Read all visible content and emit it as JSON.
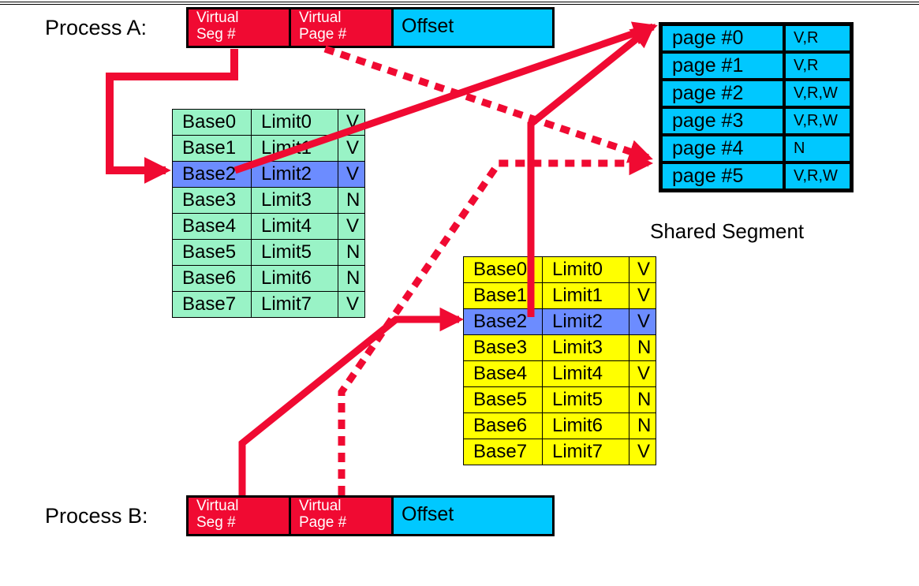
{
  "process_a": {
    "label": "Process A:",
    "virtual_seg": [
      "Virtual",
      "Seg #"
    ],
    "virtual_page": [
      "Virtual",
      "Page #"
    ],
    "offset": "Offset"
  },
  "process_b": {
    "label": "Process B:",
    "virtual_seg": [
      "Virtual",
      "Seg #"
    ],
    "virtual_page": [
      "Virtual",
      "Page #"
    ],
    "offset": "Offset"
  },
  "segment_table_a": {
    "rows": [
      [
        "Base0",
        "Limit0",
        "V"
      ],
      [
        "Base1",
        "Limit1",
        "V"
      ],
      [
        "Base2",
        "Limit2",
        "V"
      ],
      [
        "Base3",
        "Limit3",
        "N"
      ],
      [
        "Base4",
        "Limit4",
        "V"
      ],
      [
        "Base5",
        "Limit5",
        "N"
      ],
      [
        "Base6",
        "Limit6",
        "N"
      ],
      [
        "Base7",
        "Limit7",
        "V"
      ]
    ],
    "highlighted_row": 2
  },
  "segment_table_b": {
    "rows": [
      [
        "Base0",
        "Limit0",
        "V"
      ],
      [
        "Base1",
        "Limit1",
        "V"
      ],
      [
        "Base2",
        "Limit2",
        "V"
      ],
      [
        "Base3",
        "Limit3",
        "N"
      ],
      [
        "Base4",
        "Limit4",
        "V"
      ],
      [
        "Base5",
        "Limit5",
        "N"
      ],
      [
        "Base6",
        "Limit6",
        "N"
      ],
      [
        "Base7",
        "Limit7",
        "V"
      ]
    ],
    "highlighted_row": 2
  },
  "shared_segment": {
    "caption": "Shared Segment",
    "pages": [
      [
        "page #0",
        "V,R"
      ],
      [
        "page #1",
        "V,R"
      ],
      [
        "page #2",
        "V,R,W"
      ],
      [
        "page #3",
        "V,R,W"
      ],
      [
        "page #4",
        "N"
      ],
      [
        "page #5",
        "V,R,W"
      ]
    ]
  },
  "colors": {
    "arrow": "#f00a32",
    "green_table": "#99f3c6",
    "yellow_table": "#ffff00",
    "highlight_row": "#6c8cff",
    "offset_field": "#00c8ff",
    "page_table": "#00c8ff"
  }
}
